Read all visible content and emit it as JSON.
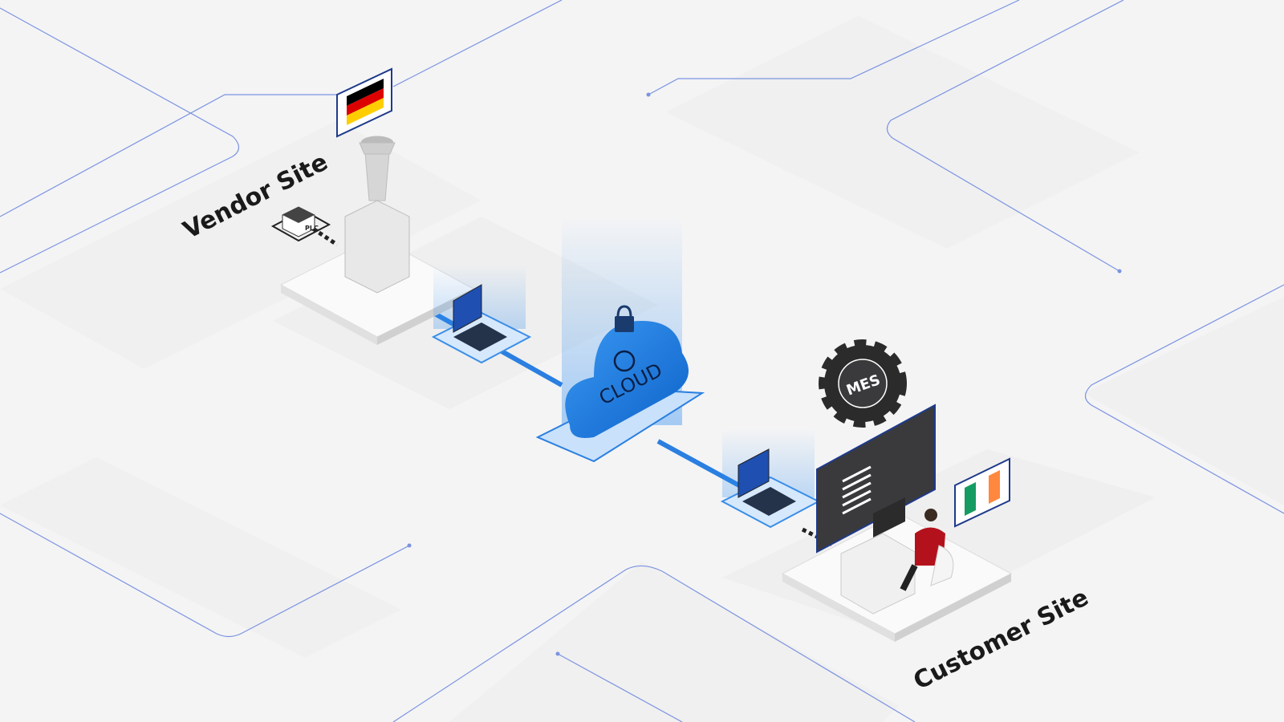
{
  "labels": {
    "vendor_site": "Vendor Site",
    "customer_site": "Customer Site",
    "plc": "PLC",
    "cloud": "CLOUD",
    "mes": "MES"
  },
  "colors": {
    "background": "#f4f4f5",
    "accent_blue": "#1a73d9",
    "line_blue": "#7b93e0",
    "dark_gray": "#3a3a3c",
    "person_red": "#b3121c"
  },
  "flags": {
    "vendor": [
      "#000000",
      "#dd0000",
      "#ffce00"
    ],
    "customer": [
      "#169b62",
      "#ffffff",
      "#ff883e"
    ]
  }
}
